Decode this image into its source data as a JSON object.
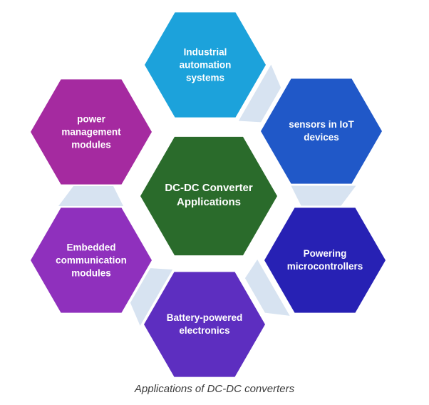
{
  "figure": {
    "caption": "Applications of DC-DC converters"
  },
  "diagram": {
    "connector_color": "#D7E3F1",
    "center": {
      "id": "dc-dc-converter-applications",
      "label": "DC-DC Converter\nApplications",
      "color": "#2A6B2B"
    },
    "nodes": [
      {
        "id": "industrial-automation-systems",
        "position": "top",
        "label": "Industrial\nautomation\nsystems",
        "color": "#1CA2DB"
      },
      {
        "id": "sensors-in-iot-devices",
        "position": "top-right",
        "label": "sensors in IoT\ndevices",
        "color": "#2058C8"
      },
      {
        "id": "powering-microcontrollers",
        "position": "bottom-right",
        "label": "Powering\nmicrocontrollers",
        "color": "#2721B4"
      },
      {
        "id": "battery-powered-electronics",
        "position": "bottom",
        "label": "Battery-powered\nelectronics",
        "color": "#5D2EC0"
      },
      {
        "id": "embedded-communication-modules",
        "position": "bottom-left",
        "label": "Embedded\ncommunication\nmodules",
        "color": "#8F30BD"
      },
      {
        "id": "power-management-modules",
        "position": "top-left",
        "label": "power\nmanagement\nmodules",
        "color": "#A52AA0"
      }
    ]
  }
}
